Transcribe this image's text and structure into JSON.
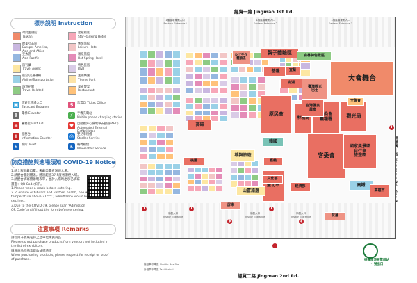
{
  "legend": {
    "title": "標示說明 Instruction",
    "categories": [
      {
        "label": "政府主題館\nTaiwan",
        "color": "#f08a6a"
      },
      {
        "label": "星級飯店\nStar-Ranking Hotel",
        "color": "#f7a7b8"
      },
      {
        "label": "歐美亞非區\nEurope, America,\nAsia and Africa",
        "color": "#c9b7e0"
      },
      {
        "label": "休閒旅館\nLeisure Hotel",
        "color": "#f2c6c6"
      },
      {
        "label": "亞太區\nAsia Pacific",
        "color": "#95b7e0"
      },
      {
        "label": "溫泉旅館\nHot Spring Hotel",
        "color": "#e48cb8"
      },
      {
        "label": "旅行業\nTravel Agent",
        "color": "#fde7a2"
      },
      {
        "label": "特色民宿\nB&B",
        "color": "#d9cbe6"
      },
      {
        "label": "航空/交通運輸\nAirline/Transportation",
        "color": "#9ad1e7"
      },
      {
        "label": "主題樂園\nTheme Park",
        "color": "#fde3a7"
      },
      {
        "label": "旅遊相關\nTravel Related",
        "color": "#8ecb84"
      },
      {
        "label": "美食饗宴\nRestaurant",
        "color": "#ffc27a"
      }
    ],
    "services": [
      {
        "label": "悠遊卡進場入口\nEasycard Entrance",
        "icon": "easycard-entrance-icon",
        "color": "#2d9fd8",
        "glyph": "▣"
      },
      {
        "label": "售票口 Ticket Office",
        "icon": "ticket-office-icon",
        "color": "#e0527a",
        "glyph": "$"
      },
      {
        "label": "電梯 Elevator",
        "icon": "elevator-icon",
        "color": "#6b6b6b",
        "glyph": "⇕"
      },
      {
        "label": "手機充電站\nMobile phone charging station",
        "icon": "charging-station-icon",
        "color": "#4caf50",
        "glyph": "⚡"
      },
      {
        "label": "醫務室 First Aid",
        "icon": "first-aid-icon",
        "color": "#d32f2f",
        "glyph": "+"
      },
      {
        "label": "自動體外心臟電擊去顫器(AED)\nAutomated External Defibrillator",
        "icon": "aed-icon",
        "color": "#e53935",
        "glyph": "♥"
      },
      {
        "label": "服務台\nInformation Counter",
        "icon": "information-counter-icon",
        "color": "#c62828",
        "glyph": "i"
      },
      {
        "label": "嬰兒車租借\nStroller Service",
        "icon": "stroller-icon",
        "color": "#1976d2",
        "glyph": "◎"
      },
      {
        "label": "廁所 Toilet",
        "icon": "toilet-icon",
        "color": "#1565c0",
        "glyph": "♿"
      },
      {
        "label": "輪椅租借\nWheelchair Service",
        "icon": "wheelchair-icon",
        "color": "#1565c0",
        "glyph": "♿"
      }
    ]
  },
  "covid": {
    "title": "防疫措施與進場須知 COVID-19 Notice",
    "lines": [
      "1.請全程配戴口罩，未戴口罩者謝絕入場。",
      "2.請配合量測體溫，體溫超過37.5度者謝絕入場。",
      "3.請配合填寫實聯制表單，並於入場時出示已填寫",
      "  畫面：QR Code如下。",
      "1.Please wear a mask before entering.",
      "2.To ensure exhibitors and visitors' health, one with",
      "  temperature above 37.5°C, admittance would be",
      "  declined.",
      "3.Due to the COVID-19, please scan 'Admission",
      "  QR Code' and fill out the form before entering."
    ]
  },
  "remarks": {
    "title": "注意事項 Remarks",
    "lines": [
      "請勿與非參展名錄上之單位購買商品",
      "Please do not purchase products from vendors not included in",
      "the list of exhibitors.",
      "購買商品時請索取收據或憑證",
      "When purchasing products, please request for receipt or proof",
      "of purchase."
    ]
  },
  "map": {
    "road_top": "經貿一路 Jingmao 1st Rd.",
    "road_bottom": "經貿二路 Jingmao 2nd Rd.",
    "road_right": "南港路一段 Nangang Rd.,Sec.1",
    "gates_top": [
      "1樓展場東側入口\nEastern Entrance I",
      "1樓展場東側入口\nEastern Entrance 2",
      "1樓展場東側入口\nEastern Entrance 3"
    ],
    "gates_bottom": [
      "參觀入口\nVisitor Entrance",
      "參觀入口\nVisitor Entrance",
      "參觀入口\nVisitor Entrance"
    ],
    "shuttle": "接駁車停車區 Shuttle Bus Sto",
    "taxi": "計程車下車區 Taxi Arrival",
    "logo": "捷運南港展覽館站\n⚬ 號出口",
    "halls": [
      {
        "name": "親子體驗區",
        "color": "#e96f62"
      },
      {
        "name": "大會舞台",
        "color": "#f08a6a"
      },
      {
        "name": "基隆",
        "color": "#e96f62"
      },
      {
        "name": "臺灣觀光\n巴士",
        "color": "#ef9384"
      },
      {
        "name": "原民會",
        "color": "#e96f62"
      },
      {
        "name": "林務局",
        "color": "#e96f62"
      },
      {
        "name": "農委會\n農糧署",
        "color": "#e96f62"
      },
      {
        "name": "觀光局",
        "color": "#e96f62"
      },
      {
        "name": "高雄",
        "color": "#e96f62"
      },
      {
        "name": "客委會",
        "color": "#e96f62"
      },
      {
        "name": "韓國",
        "color": "#79c3b6"
      },
      {
        "name": "國家風景區\n自行車\n旅遊區",
        "color": "#e96f62"
      },
      {
        "name": "臺北市",
        "color": "#e96f62"
      },
      {
        "name": "山富旅遊",
        "color": "#fde7a2"
      },
      {
        "name": "雄獅旅遊",
        "color": "#fde7a2"
      },
      {
        "name": "高鐵",
        "color": "#9ad1e7"
      },
      {
        "name": "高雄市",
        "color": "#e96f62"
      },
      {
        "name": "森林特色景區",
        "color": "#8ecb84"
      },
      {
        "name": "台灣優良\n農產",
        "color": "#e96f62"
      },
      {
        "name": "澎湖",
        "color": "#e96f62"
      },
      {
        "name": "文化部",
        "color": "#e96f62"
      },
      {
        "name": "宜蘭",
        "color": "#e96f62"
      },
      {
        "name": "桃園",
        "color": "#e96f62"
      },
      {
        "name": "嘉義",
        "color": "#e96f62"
      },
      {
        "name": "經濟部",
        "color": "#e96f62"
      },
      {
        "name": "DIY手作\n體驗區",
        "color": "#ef9384"
      },
      {
        "name": "全聯會",
        "color": "#ffc27a"
      },
      {
        "name": "屏東",
        "color": "#ef9384"
      },
      {
        "name": "花蓮",
        "color": "#ef9384"
      }
    ]
  }
}
